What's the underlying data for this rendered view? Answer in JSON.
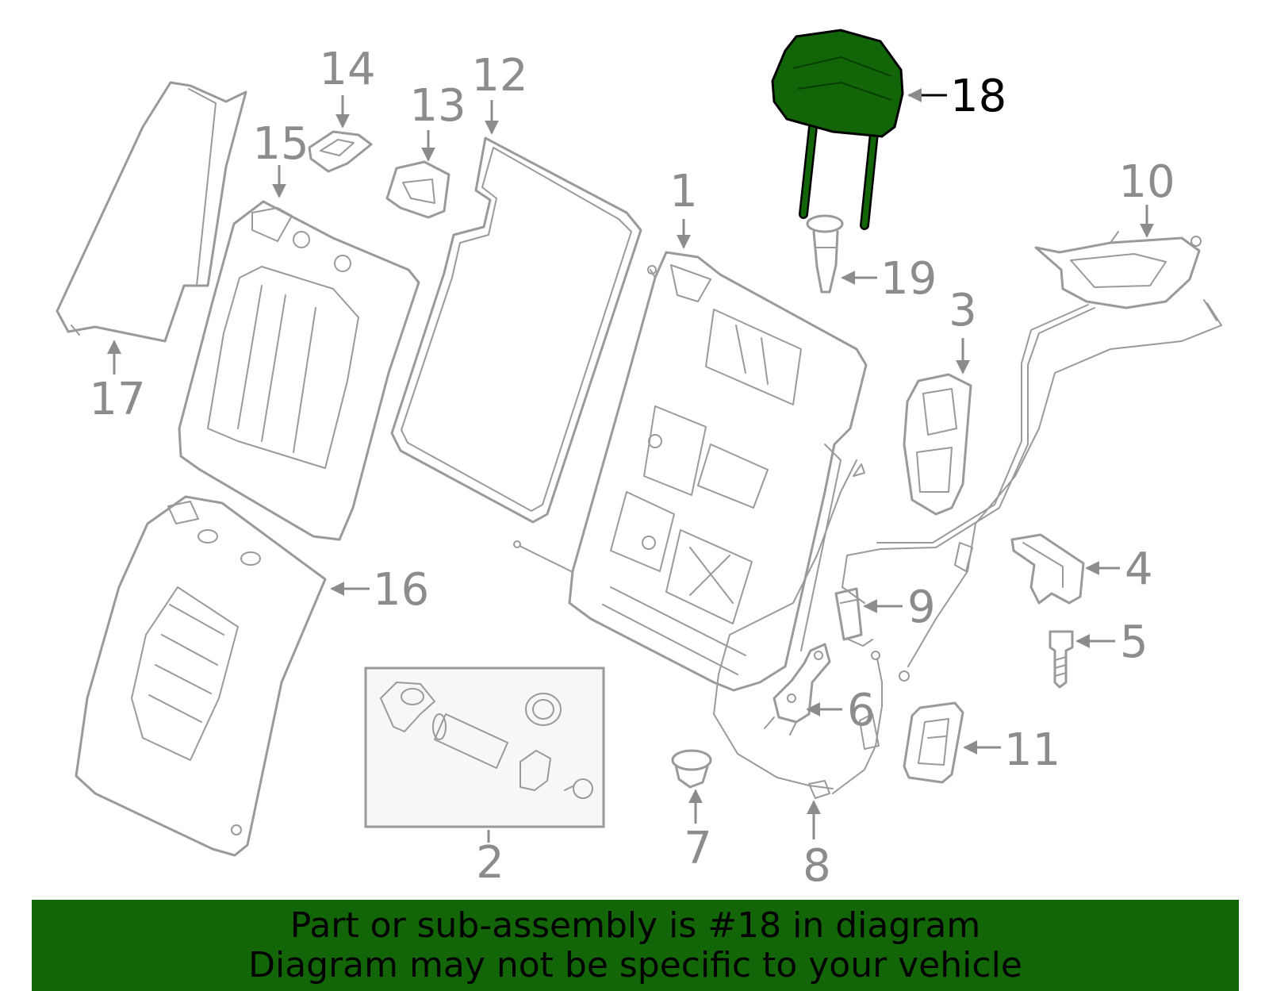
{
  "diagram": {
    "highlight_color": "#136608",
    "highlighted_part": "18",
    "callouts": [
      "1",
      "2",
      "3",
      "4",
      "5",
      "6",
      "7",
      "8",
      "9",
      "10",
      "11",
      "12",
      "13",
      "14",
      "15",
      "16",
      "17",
      "18",
      "19"
    ]
  },
  "banner": {
    "color": "#136608",
    "line1": "Part or sub-assembly is #18 in diagram",
    "line2": "Diagram may not be specific to your vehicle"
  }
}
